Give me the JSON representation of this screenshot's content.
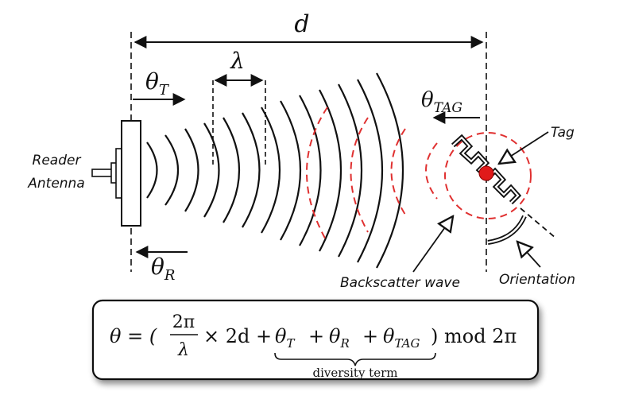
{
  "diagram": {
    "distance_label": "d",
    "wavelength_label": "λ",
    "theta_t": {
      "sym": "θ",
      "sub": "T"
    },
    "theta_r": {
      "sym": "θ",
      "sub": "R"
    },
    "theta_tag": {
      "sym": "θ",
      "sub": "TAG"
    },
    "reader_antenna_line1": "Reader",
    "reader_antenna_line2": "Antenna",
    "tag_label": "Tag",
    "backscatter_label": "Backscatter wave",
    "orientation_label": "Orientation"
  },
  "formula": {
    "lhs": "θ = (",
    "num": "2π",
    "den": "λ",
    "mid": "× 2d +",
    "t1": "θ",
    "t1sub": "T",
    "plus1": "+",
    "t2": "θ",
    "t2sub": "R",
    "plus2": "+",
    "t3": "θ",
    "t3sub": "TAG",
    "rhs": ") mod 2π",
    "diversity_label": "diversity term"
  },
  "colors": {
    "wave": "#111111",
    "backscatter": "#e03030",
    "tag_dot": "#e01a1a"
  }
}
